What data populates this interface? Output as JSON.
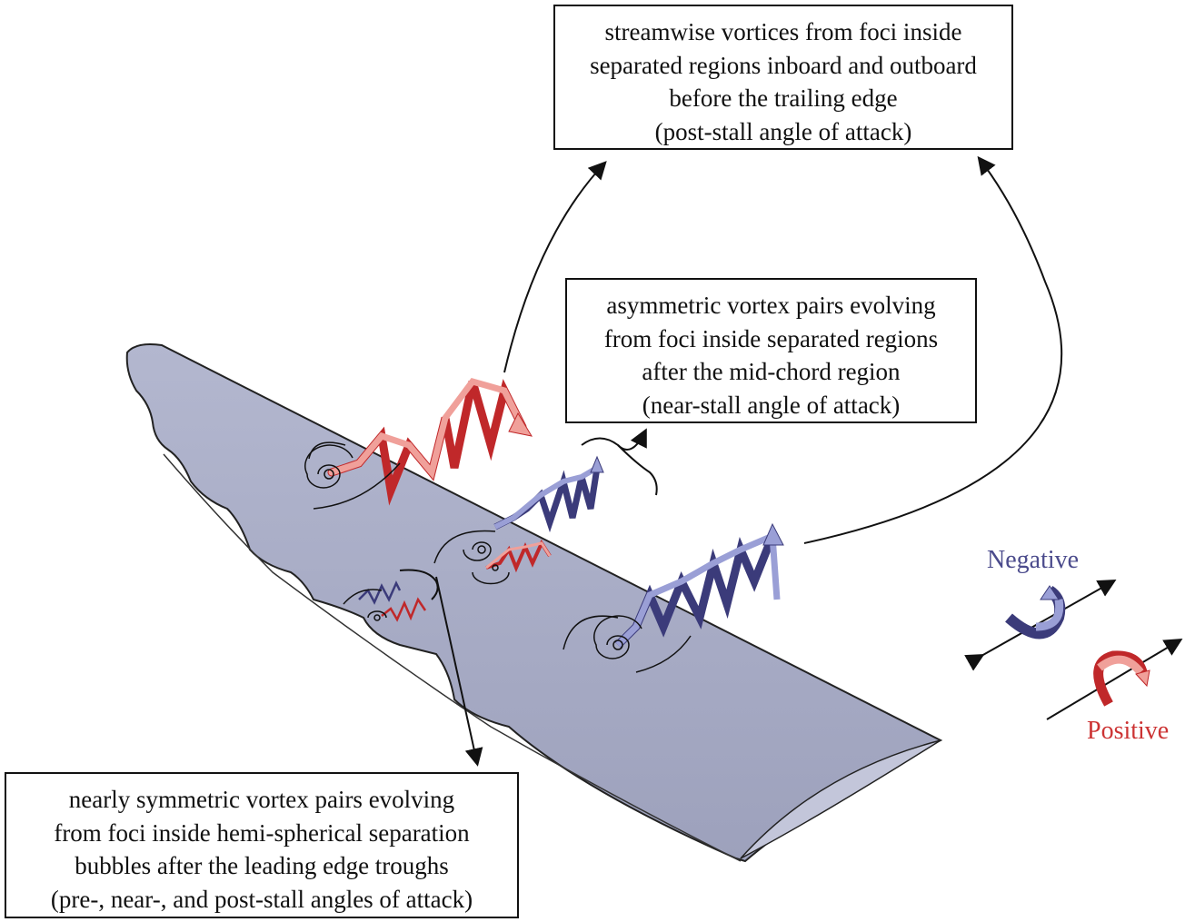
{
  "boxes": {
    "trailing": {
      "lines": [
        "streamwise vortices from foci inside",
        "separated regions inboard and outboard",
        "before the trailing edge",
        "(post-stall angle of attack)"
      ]
    },
    "midchord": {
      "lines": [
        "asymmetric vortex pairs evolving",
        "from foci inside separated regions",
        "after the mid-chord region",
        "(near-stall angle of attack)"
      ]
    },
    "leading": {
      "lines": [
        "nearly symmetric vortex pairs evolving",
        "from foci inside hemi-spherical separation",
        "bubbles after the leading edge troughs",
        "(pre-, near-, and post-stall angles of attack)"
      ]
    }
  },
  "legend": {
    "negative": "Negative",
    "positive": "Positive"
  },
  "colors": {
    "wing": "#a5a9c3",
    "negative_dark": "#3b3b7a",
    "negative_light": "#9a9fd6",
    "positive_dark": "#c0282a",
    "positive_light": "#f0a09a",
    "text_negative": "#4b4b8c",
    "text_positive": "#cc3333"
  }
}
